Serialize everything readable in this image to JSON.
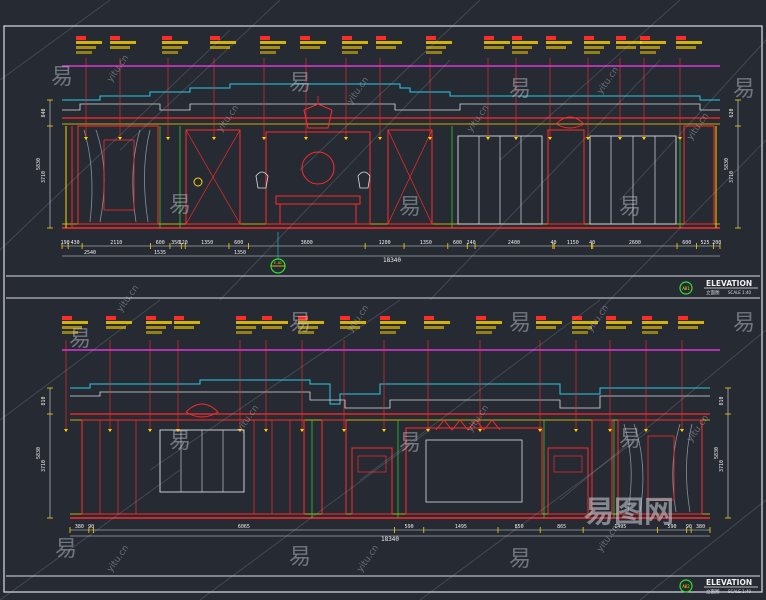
{
  "colors": {
    "background": "#262a33",
    "frame": "#d9dde2",
    "red": "#ff2a2a",
    "yellow": "#ffd400",
    "green": "#2fe02f",
    "cyan": "#29c9e6",
    "magenta": "#ff3cff",
    "white": "#f0f0f0",
    "grey": "#8a8f99",
    "orange": "#ff8a1a",
    "watermark": "#cfd3da"
  },
  "upper_elevation": {
    "height_dims": [
      "840",
      "3710",
      "5830",
      "620",
      "3710",
      "5830",
      "620"
    ],
    "width_dims": [
      "190",
      "430",
      "2110",
      "600",
      "350",
      "120",
      "1350",
      "600",
      "3600",
      "1200",
      "1350",
      "600",
      "240",
      "2400",
      "40",
      "1150",
      "40",
      "2600",
      "600",
      "525",
      "200"
    ],
    "subtotals": [
      "2540",
      "1535",
      "1350"
    ],
    "total": "18340",
    "marker": "E-01",
    "title": "ELEVATION",
    "subtitle": "立面图",
    "scale": "SCALE 1:40",
    "sheet": "A01"
  },
  "lower_elevation": {
    "height_dims": [
      "810",
      "3710",
      "5830",
      "810",
      "3710",
      "5830"
    ],
    "width_dims": [
      "380",
      "90",
      "6065",
      "590",
      "1495",
      "850",
      "865",
      "1495",
      "590",
      "90",
      "380"
    ],
    "total": "18340",
    "title": "ELEVATION",
    "subtitle": "立面图",
    "scale": "SCALE 1:40",
    "sheet": "A02"
  },
  "watermark": {
    "glyph": "易",
    "domain": "yitu.cn",
    "logo": "易图网"
  }
}
